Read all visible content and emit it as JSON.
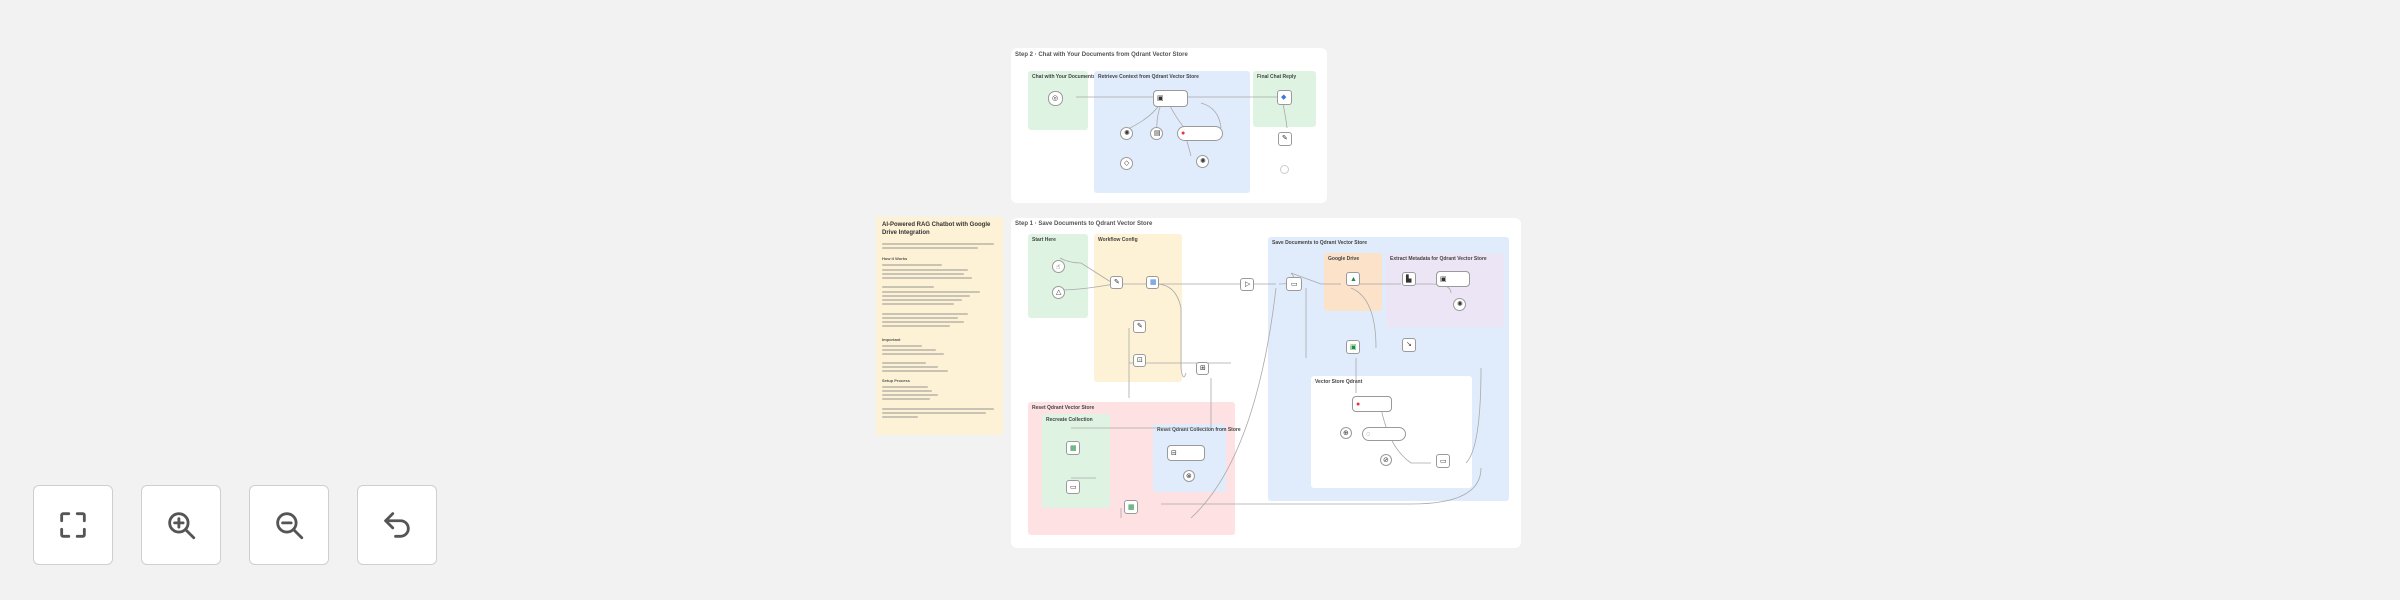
{
  "step2": {
    "title": "Step 2 · Chat with Your Documents from Qdrant Vector Store",
    "sticky_chat": "Chat with Your Documents",
    "sticky_retrieve": "Retrieve Context from Qdrant Vector Store",
    "sticky_final": "Final Chat Reply"
  },
  "step1": {
    "title": "Step 1 · Save Documents to Qdrant Vector Store",
    "sticky_start": "Start Here",
    "sticky_config": "Workflow Config",
    "sticky_save": "Save Documents to Qdrant Vector Store",
    "sticky_google": "Google Drive",
    "sticky_metadata": "Extract Metadata for Qdrant Vector Store",
    "sticky_vector": "Vector Store Qdrant",
    "sticky_qdrant_error": "Reset Qdrant Vector Store",
    "sticky_recreate": "Recreate Collection",
    "sticky_qdrant_loader": "Reset Qdrant Collection from Store"
  },
  "note": {
    "title": "AI-Powered RAG Chatbot with Google Drive Integration",
    "headings": [
      "How it Works",
      "Important",
      "Setup Process"
    ]
  },
  "controls": {
    "fit": "fit-view",
    "zoom_in": "zoom-in",
    "zoom_out": "zoom-out",
    "reset": "reset-zoom"
  },
  "colors": {
    "green": "#dff3e2",
    "blue": "#e0ecfb",
    "yellow": "#fdf1d6",
    "pink": "#fde1e3",
    "purple": "#ece5f6",
    "orange": "#fbe2c9"
  }
}
